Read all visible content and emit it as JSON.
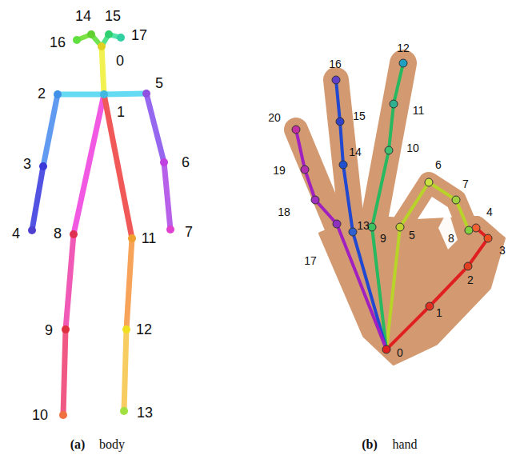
{
  "diagram": {
    "labels": [
      "14",
      "15",
      "16",
      "17",
      "0",
      "2",
      "1",
      "5",
      "3",
      "6",
      "4",
      "8",
      "11",
      "7",
      "9",
      "12",
      "10",
      "13",
      "12",
      "16",
      "20",
      "11",
      "15",
      "10",
      "6",
      "14",
      "19",
      "7",
      "4",
      "18",
      "9",
      "5",
      "8",
      "3",
      "17",
      "13",
      "2",
      "1",
      "0",
      "(a)",
      "body",
      "(b)",
      "hand"
    ]
  }
}
